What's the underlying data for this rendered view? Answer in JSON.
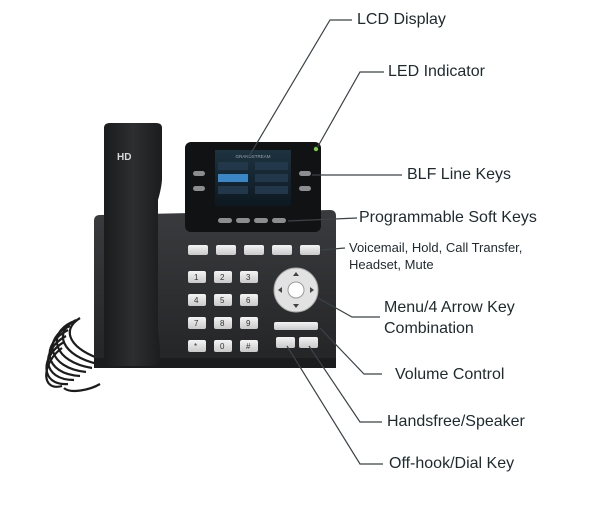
{
  "phone": {
    "handset_badge": "HD",
    "brand": "GRANDSTREAM"
  },
  "callouts": {
    "lcd_display": "LCD Display",
    "led_indicator": "LED Indicator",
    "blf_line_keys": "BLF Line Keys",
    "programmable_soft_keys": "Programmable Soft Keys",
    "function_keys_line1": "Voicemail, Hold, Call Transfer,",
    "function_keys_line2": "Headset, Mute",
    "menu_line1": "Menu/4 Arrow Key",
    "menu_line2": "Combination",
    "volume_control": "Volume Control",
    "handsfree_speaker": "Handsfree/Speaker",
    "offhook_dial_key": "Off-hook/Dial Key"
  },
  "keypad": {
    "keys": [
      "1",
      "2",
      "3",
      "4",
      "5",
      "6",
      "7",
      "8",
      "9",
      "*",
      "0",
      "#"
    ]
  },
  "colors": {
    "body": "#2b2c2e",
    "screen_bezel": "#101113",
    "led": "#7bd13b",
    "text": "#1d2a2e"
  }
}
